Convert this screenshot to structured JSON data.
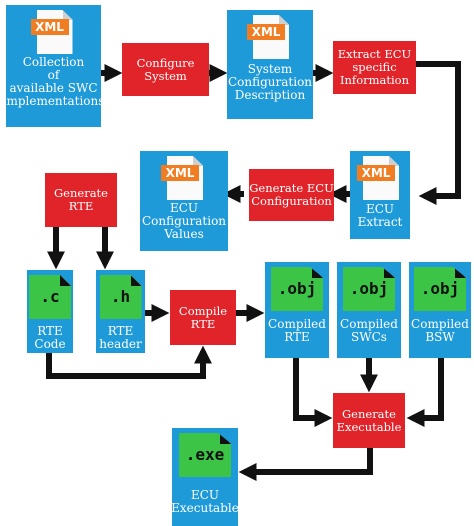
{
  "nodes": {
    "swc_collection": {
      "label": "Collection\nof\navailable SWC\nimplementations",
      "icon": "xml-file-icon",
      "badge": "XML"
    },
    "configure_system": {
      "label": "Configure\nSystem"
    },
    "system_config": {
      "label": "System\nConfiguration\nDescription",
      "icon": "xml-file-icon",
      "badge": "XML"
    },
    "extract_ecu_info": {
      "label": "Extract ECU\nspecific\nInformation"
    },
    "ecu_extract": {
      "label": "ECU\nExtract",
      "icon": "xml-file-icon",
      "badge": "XML"
    },
    "generate_ecu_config": {
      "label": "Generate ECU\nConfiguration"
    },
    "ecu_config_values": {
      "label": "ECU\nConfiguration\nValues",
      "icon": "xml-file-icon",
      "badge": "XML"
    },
    "generate_rte": {
      "label": "Generate\nRTE"
    },
    "rte_code": {
      "label": "RTE\nCode",
      "icon": "c-file-icon",
      "ext": ".c"
    },
    "rte_header": {
      "label": "RTE\nheader",
      "icon": "h-file-icon",
      "ext": ".h"
    },
    "compile_rte": {
      "label": "Compile\nRTE"
    },
    "compiled_rte": {
      "label": "Compiled\nRTE",
      "icon": "obj-file-icon",
      "ext": ".obj"
    },
    "compiled_swcs": {
      "label": "Compiled\nSWCs",
      "icon": "obj-file-icon",
      "ext": ".obj"
    },
    "compiled_bsw": {
      "label": "Compiled\nBSW",
      "icon": "obj-file-icon",
      "ext": ".obj"
    },
    "generate_executable": {
      "label": "Generate\nExecutable"
    },
    "ecu_executable": {
      "label": "ECU\nExecutable",
      "icon": "exe-file-icon",
      "ext": ".exe"
    }
  },
  "edges": [
    [
      "swc_collection",
      "configure_system"
    ],
    [
      "configure_system",
      "system_config"
    ],
    [
      "system_config",
      "extract_ecu_info"
    ],
    [
      "extract_ecu_info",
      "ecu_extract"
    ],
    [
      "ecu_extract",
      "generate_ecu_config"
    ],
    [
      "generate_ecu_config",
      "ecu_config_values"
    ],
    [
      "generate_rte",
      "rte_code"
    ],
    [
      "generate_rte",
      "rte_header"
    ],
    [
      "rte_header",
      "compile_rte"
    ],
    [
      "rte_code",
      "compile_rte"
    ],
    [
      "compile_rte",
      "compiled_rte"
    ],
    [
      "compiled_rte",
      "generate_executable"
    ],
    [
      "compiled_swcs",
      "generate_executable"
    ],
    [
      "compiled_bsw",
      "generate_executable"
    ],
    [
      "generate_executable",
      "ecu_executable"
    ]
  ],
  "colors": {
    "artifact": "#1f9ad8",
    "process": "#e0242a",
    "arrow": "#111111",
    "xml_badge": "#f07d22",
    "file_icon": "#3cc447"
  }
}
